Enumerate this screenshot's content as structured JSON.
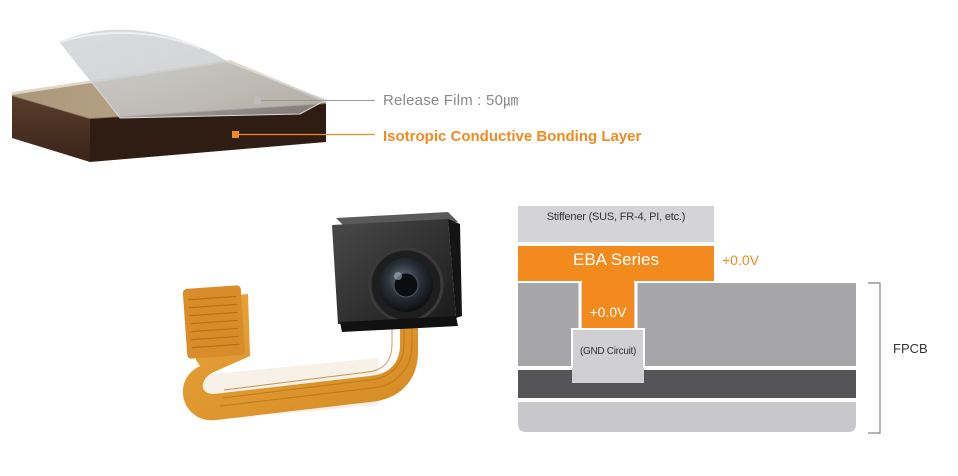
{
  "film_diagram": {
    "release_film_label": "Release Film : 50㎛",
    "bonding_layer_label": "Isotropic Conductive Bonding Layer"
  },
  "cross_section": {
    "stiffener_label": "Stiffener (SUS, FR-4, PI, etc.)",
    "eba_label": "EBA Series",
    "eba_voltage": "+0.0V",
    "via_voltage": "+0.0V",
    "gnd_label": "(GND Circuit)",
    "fpcb_label": "FPCB"
  },
  "colors": {
    "accent_orange": "#f28a1e",
    "release_grey": "#8a8a8a",
    "stiffener_grey": "#d4d4d6",
    "pcb_grey": "#a6a6a8",
    "pcb_dark": "#555557",
    "pcb_light": "#c8c8ca"
  }
}
